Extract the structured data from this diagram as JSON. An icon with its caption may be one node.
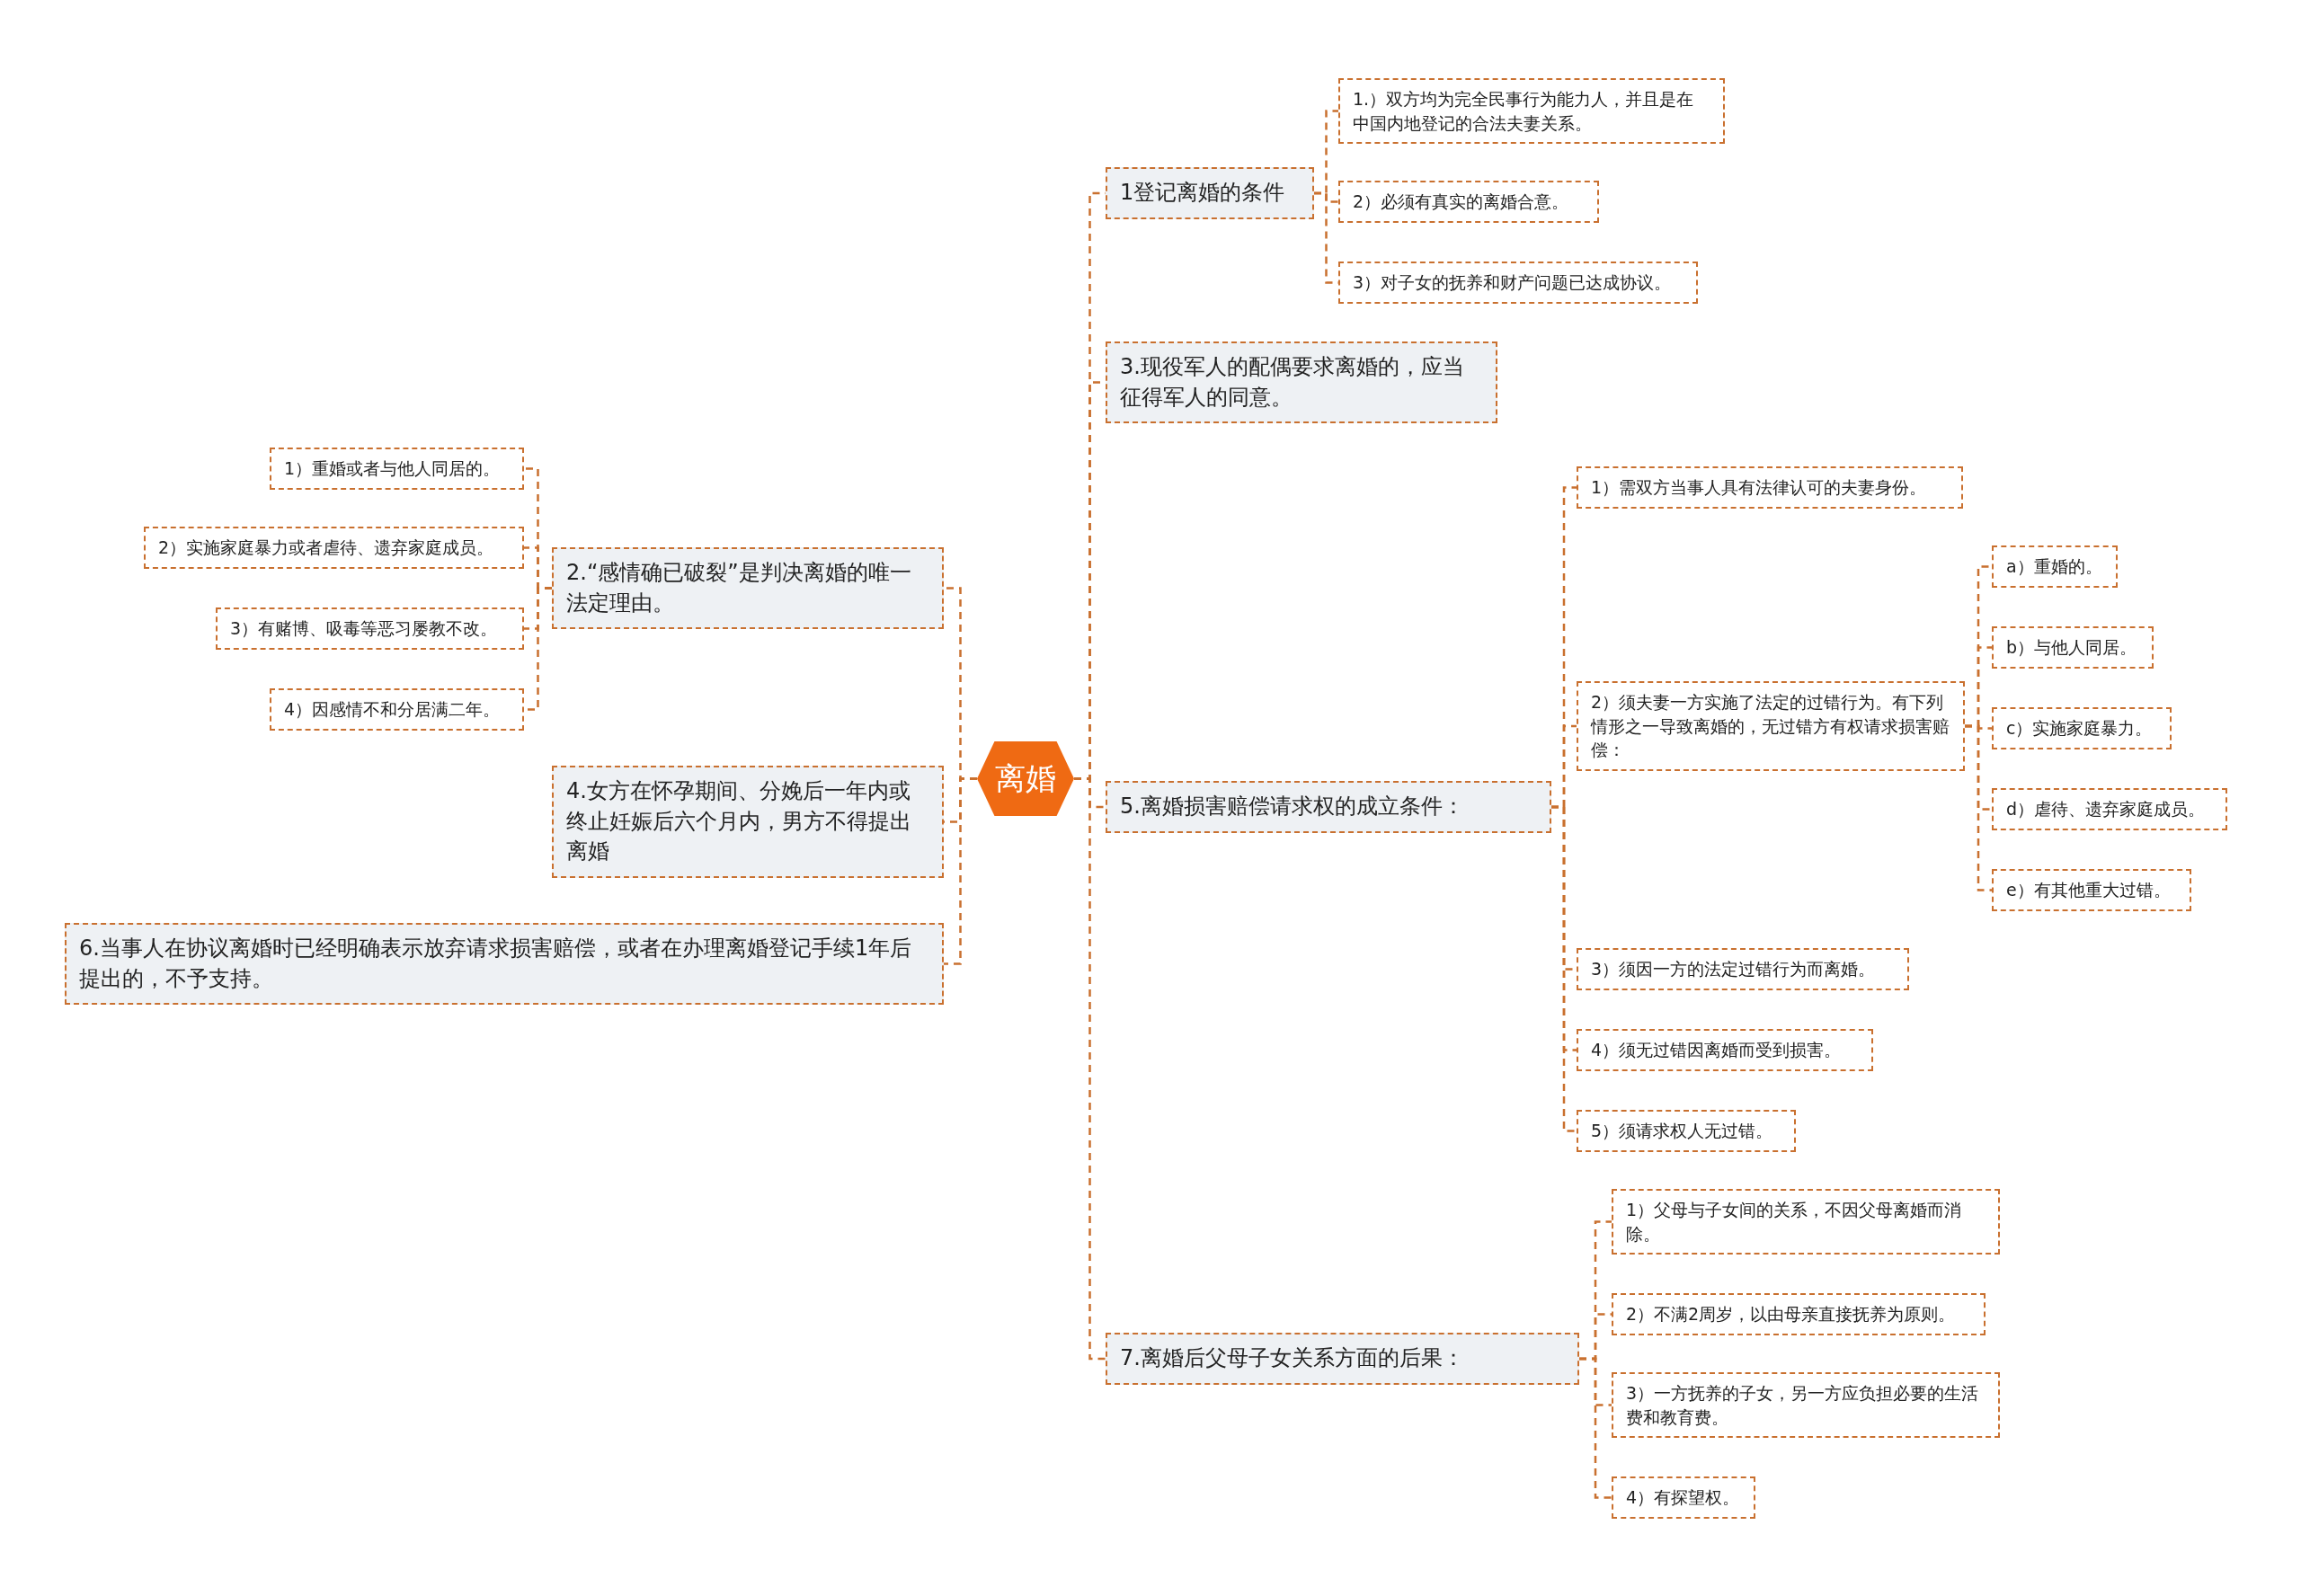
{
  "diagram": {
    "nodes": [
      {
        "text": [
          "离婚"
        ]
      },
      {
        "text": [
          "1登记离婚的条件"
        ]
      },
      {
        "text": [
          "1.）双方均为完全民事行为能力人，并且是在中国内地登记的合法夫妻关系。"
        ]
      },
      {
        "text": [
          "2）必须有真实的离婚合意。"
        ]
      },
      {
        "text": [
          "3）对子女的抚养和财产问题已达成协议。"
        ]
      },
      {
        "text": [
          "3.现役军人的配偶要求离婚的，应当征得军人的同意。"
        ]
      },
      {
        "text": [
          "5.离婚损害赔偿请求权的成立条件："
        ]
      },
      {
        "text": [
          "1）需双方当事人具有法律认可的夫妻身份。"
        ]
      },
      {
        "text": [
          "2）须夫妻一方实施了法定的过错行为。有下列情形之一导致离婚的，无过错方有权请求损害赔偿："
        ]
      },
      {
        "text": [
          "a）重婚的。"
        ]
      },
      {
        "text": [
          "b）与他人同居。"
        ]
      },
      {
        "text": [
          "c）实施家庭暴力。"
        ]
      },
      {
        "text": [
          "d）虐待、遗弃家庭成员。"
        ]
      },
      {
        "text": [
          "e）有其他重大过错。"
        ]
      },
      {
        "text": [
          "3）须因一方的法定过错行为而离婚。"
        ]
      },
      {
        "text": [
          "4）须无过错因离婚而受到损害。"
        ]
      },
      {
        "text": [
          "5）须请求权人无过错。"
        ]
      },
      {
        "text": [
          "7.离婚后父母子女关系方面的后果："
        ]
      },
      {
        "text": [
          "1）父母与子女间的关系，不因父母离婚而消除。"
        ]
      },
      {
        "text": [
          "2）不满2周岁，以由母亲直接抚养为原则。"
        ]
      },
      {
        "text": [
          "3）一方抚养的子女，另一方应负担必要的生活费和教育费。"
        ]
      },
      {
        "text": [
          "4）有探望权。"
        ]
      },
      {
        "text": [
          "2.“感情确已破裂”是判决离婚的唯一法定理由。"
        ]
      },
      {
        "text": [
          "1）重婚或者与他人同居的。"
        ]
      },
      {
        "text": [
          "2）实施家庭暴力或者虐待、遗弃家庭成员。"
        ]
      },
      {
        "text": [
          "3）有赌博、吸毒等恶习屡教不改。"
        ]
      },
      {
        "text": [
          "4）因感情不和分居满二年。"
        ]
      },
      {
        "text": [
          "4.女方在怀孕期间、分娩后一年内或终止妊娠后六个月内，男方不得提出离婚"
        ]
      },
      {
        "text": [
          "6.当事人在协议离婚时已经明确表示放弃请求损害赔偿，或者在办理离婚登记手续1年后提出的，不予支持。"
        ]
      }
    ],
    "edges": [
      {
        "from": 0,
        "to": 1,
        "arrow": "none"
      },
      {
        "from": 1,
        "to": 2,
        "arrow": "none"
      },
      {
        "from": 1,
        "to": 3,
        "arrow": "none"
      },
      {
        "from": 1,
        "to": 4,
        "arrow": "none"
      },
      {
        "from": 0,
        "to": 5,
        "arrow": "none"
      },
      {
        "from": 0,
        "to": 6,
        "arrow": "none"
      },
      {
        "from": 6,
        "to": 7,
        "arrow": "none"
      },
      {
        "from": 6,
        "to": 8,
        "arrow": "none"
      },
      {
        "from": 8,
        "to": 9,
        "arrow": "none"
      },
      {
        "from": 8,
        "to": 10,
        "arrow": "none"
      },
      {
        "from": 8,
        "to": 11,
        "arrow": "none"
      },
      {
        "from": 8,
        "to": 12,
        "arrow": "none"
      },
      {
        "from": 8,
        "to": 13,
        "arrow": "none"
      },
      {
        "from": 6,
        "to": 14,
        "arrow": "none"
      },
      {
        "from": 6,
        "to": 15,
        "arrow": "none"
      },
      {
        "from": 6,
        "to": 16,
        "arrow": "none"
      },
      {
        "from": 0,
        "to": 17,
        "arrow": "none"
      },
      {
        "from": 17,
        "to": 18,
        "arrow": "none"
      },
      {
        "from": 17,
        "to": 19,
        "arrow": "none"
      },
      {
        "from": 17,
        "to": 20,
        "arrow": "none"
      },
      {
        "from": 17,
        "to": 21,
        "arrow": "none"
      },
      {
        "from": 0,
        "to": 22,
        "arrow": "none"
      },
      {
        "from": 22,
        "to": 23,
        "arrow": "none"
      },
      {
        "from": 22,
        "to": 24,
        "arrow": "none"
      },
      {
        "from": 22,
        "to": 25,
        "arrow": "none"
      },
      {
        "from": 22,
        "to": 26,
        "arrow": "none"
      },
      {
        "from": 0,
        "to": 27,
        "arrow": "none"
      },
      {
        "from": 0,
        "to": 28,
        "arrow": "none"
      }
    ]
  }
}
